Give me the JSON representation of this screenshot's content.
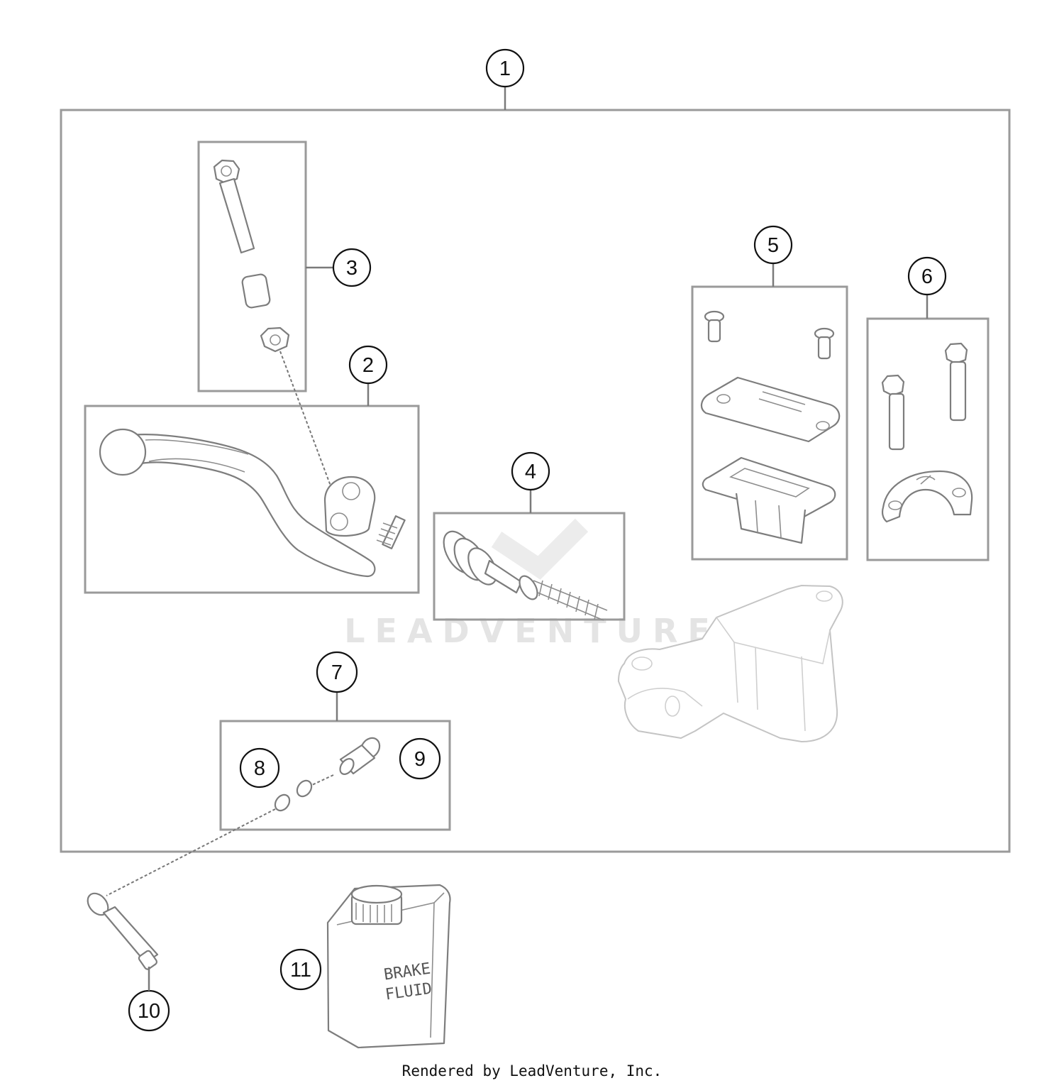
{
  "callouts": {
    "c1": "1",
    "c2": "2",
    "c3": "3",
    "c4": "4",
    "c5": "5",
    "c6": "6",
    "c7": "7",
    "c8": "8",
    "c9": "9",
    "c10": "10",
    "c11": "11"
  },
  "can_label": {
    "line1": "BRAKE",
    "line2": "FLUID"
  },
  "watermark": "LEADVENTURE",
  "footer": "Rendered by LeadVenture, Inc."
}
